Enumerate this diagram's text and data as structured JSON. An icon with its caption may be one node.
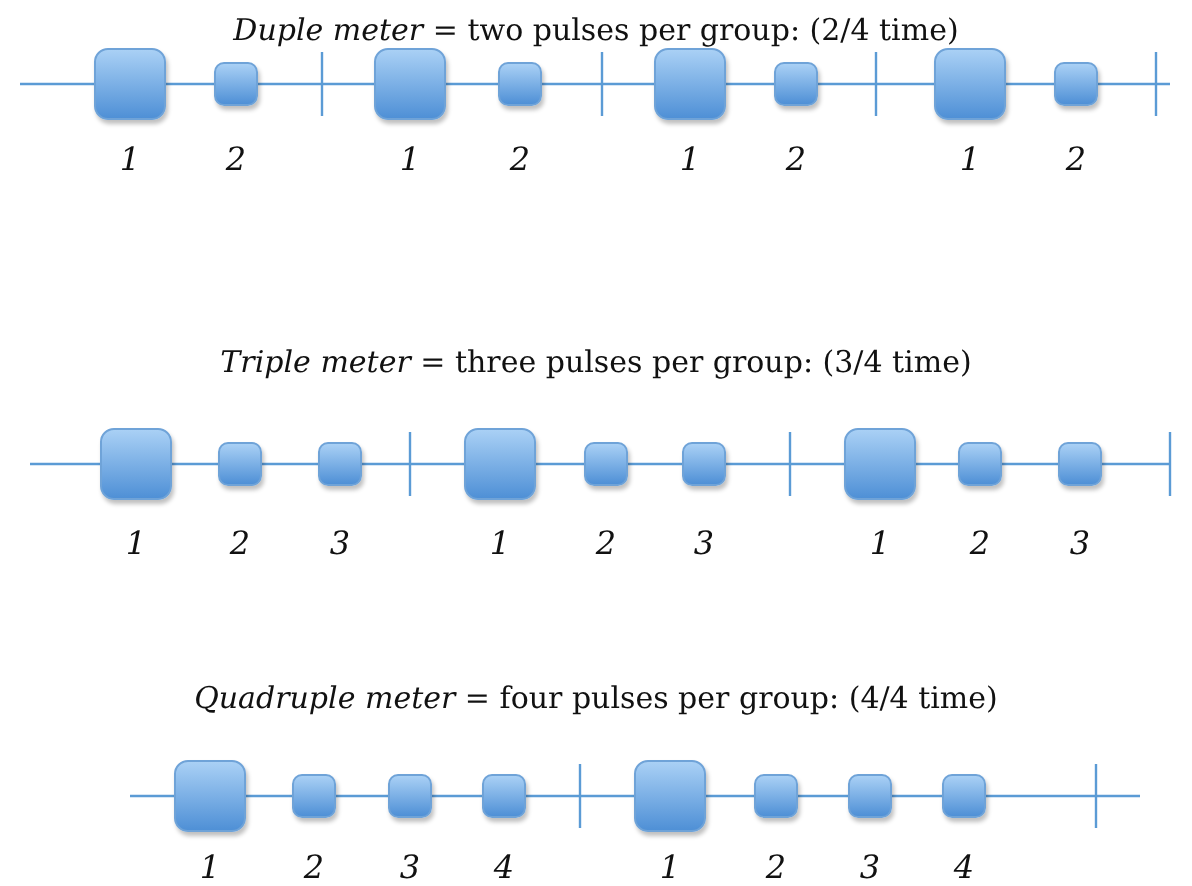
{
  "diagram": {
    "labels": [
      "*Duple meter* = two pulses per group: (2/4 time)",
      "*Triple meter* = three pulses per group: (3/4 time)",
      "*Quadruple meter* = four pulses per group: (4/4 time)"
    ],
    "nodes": [
      {
        "text": [],
        "shape": "box",
        "beside": [
          "1"
        ]
      },
      {
        "text": [],
        "shape": "box",
        "beside": [
          "2"
        ]
      },
      {
        "text": [],
        "shape": "box",
        "beside": [
          "1"
        ]
      },
      {
        "text": [],
        "shape": "box",
        "beside": [
          "2"
        ]
      },
      {
        "text": [],
        "shape": "box",
        "beside": [
          "1"
        ]
      },
      {
        "text": [],
        "shape": "box",
        "beside": [
          "2"
        ]
      },
      {
        "text": [],
        "shape": "box",
        "beside": [
          "1"
        ]
      },
      {
        "text": [],
        "shape": "box",
        "beside": [
          "2"
        ]
      },
      {
        "text": [],
        "shape": "box",
        "beside": [
          "1"
        ]
      },
      {
        "text": [],
        "shape": "box",
        "beside": [
          "2"
        ]
      },
      {
        "text": [],
        "shape": "box",
        "beside": [
          "3"
        ]
      },
      {
        "text": [],
        "shape": "box",
        "beside": [
          "1"
        ]
      },
      {
        "text": [],
        "shape": "box",
        "beside": [
          "2"
        ]
      },
      {
        "text": [],
        "shape": "box",
        "beside": [
          "3"
        ]
      },
      {
        "text": [],
        "shape": "box",
        "beside": [
          "1"
        ]
      },
      {
        "text": [],
        "shape": "box",
        "beside": [
          "2"
        ]
      },
      {
        "text": [],
        "shape": "box",
        "beside": [
          "3"
        ]
      },
      {
        "text": [],
        "shape": "box",
        "beside": [
          "1"
        ]
      },
      {
        "text": [],
        "shape": "box",
        "beside": [
          "2"
        ]
      },
      {
        "text": [],
        "shape": "box",
        "beside": [
          "3"
        ]
      },
      {
        "text": [],
        "shape": "box",
        "beside": [
          "4"
        ]
      },
      {
        "text": [],
        "shape": "box",
        "beside": [
          "1"
        ]
      },
      {
        "text": [],
        "shape": "box",
        "beside": [
          "2"
        ]
      },
      {
        "text": [],
        "shape": "box",
        "beside": [
          "3"
        ]
      },
      {
        "text": [],
        "shape": "box",
        "beside": [
          "4"
        ]
      }
    ]
  }
}
